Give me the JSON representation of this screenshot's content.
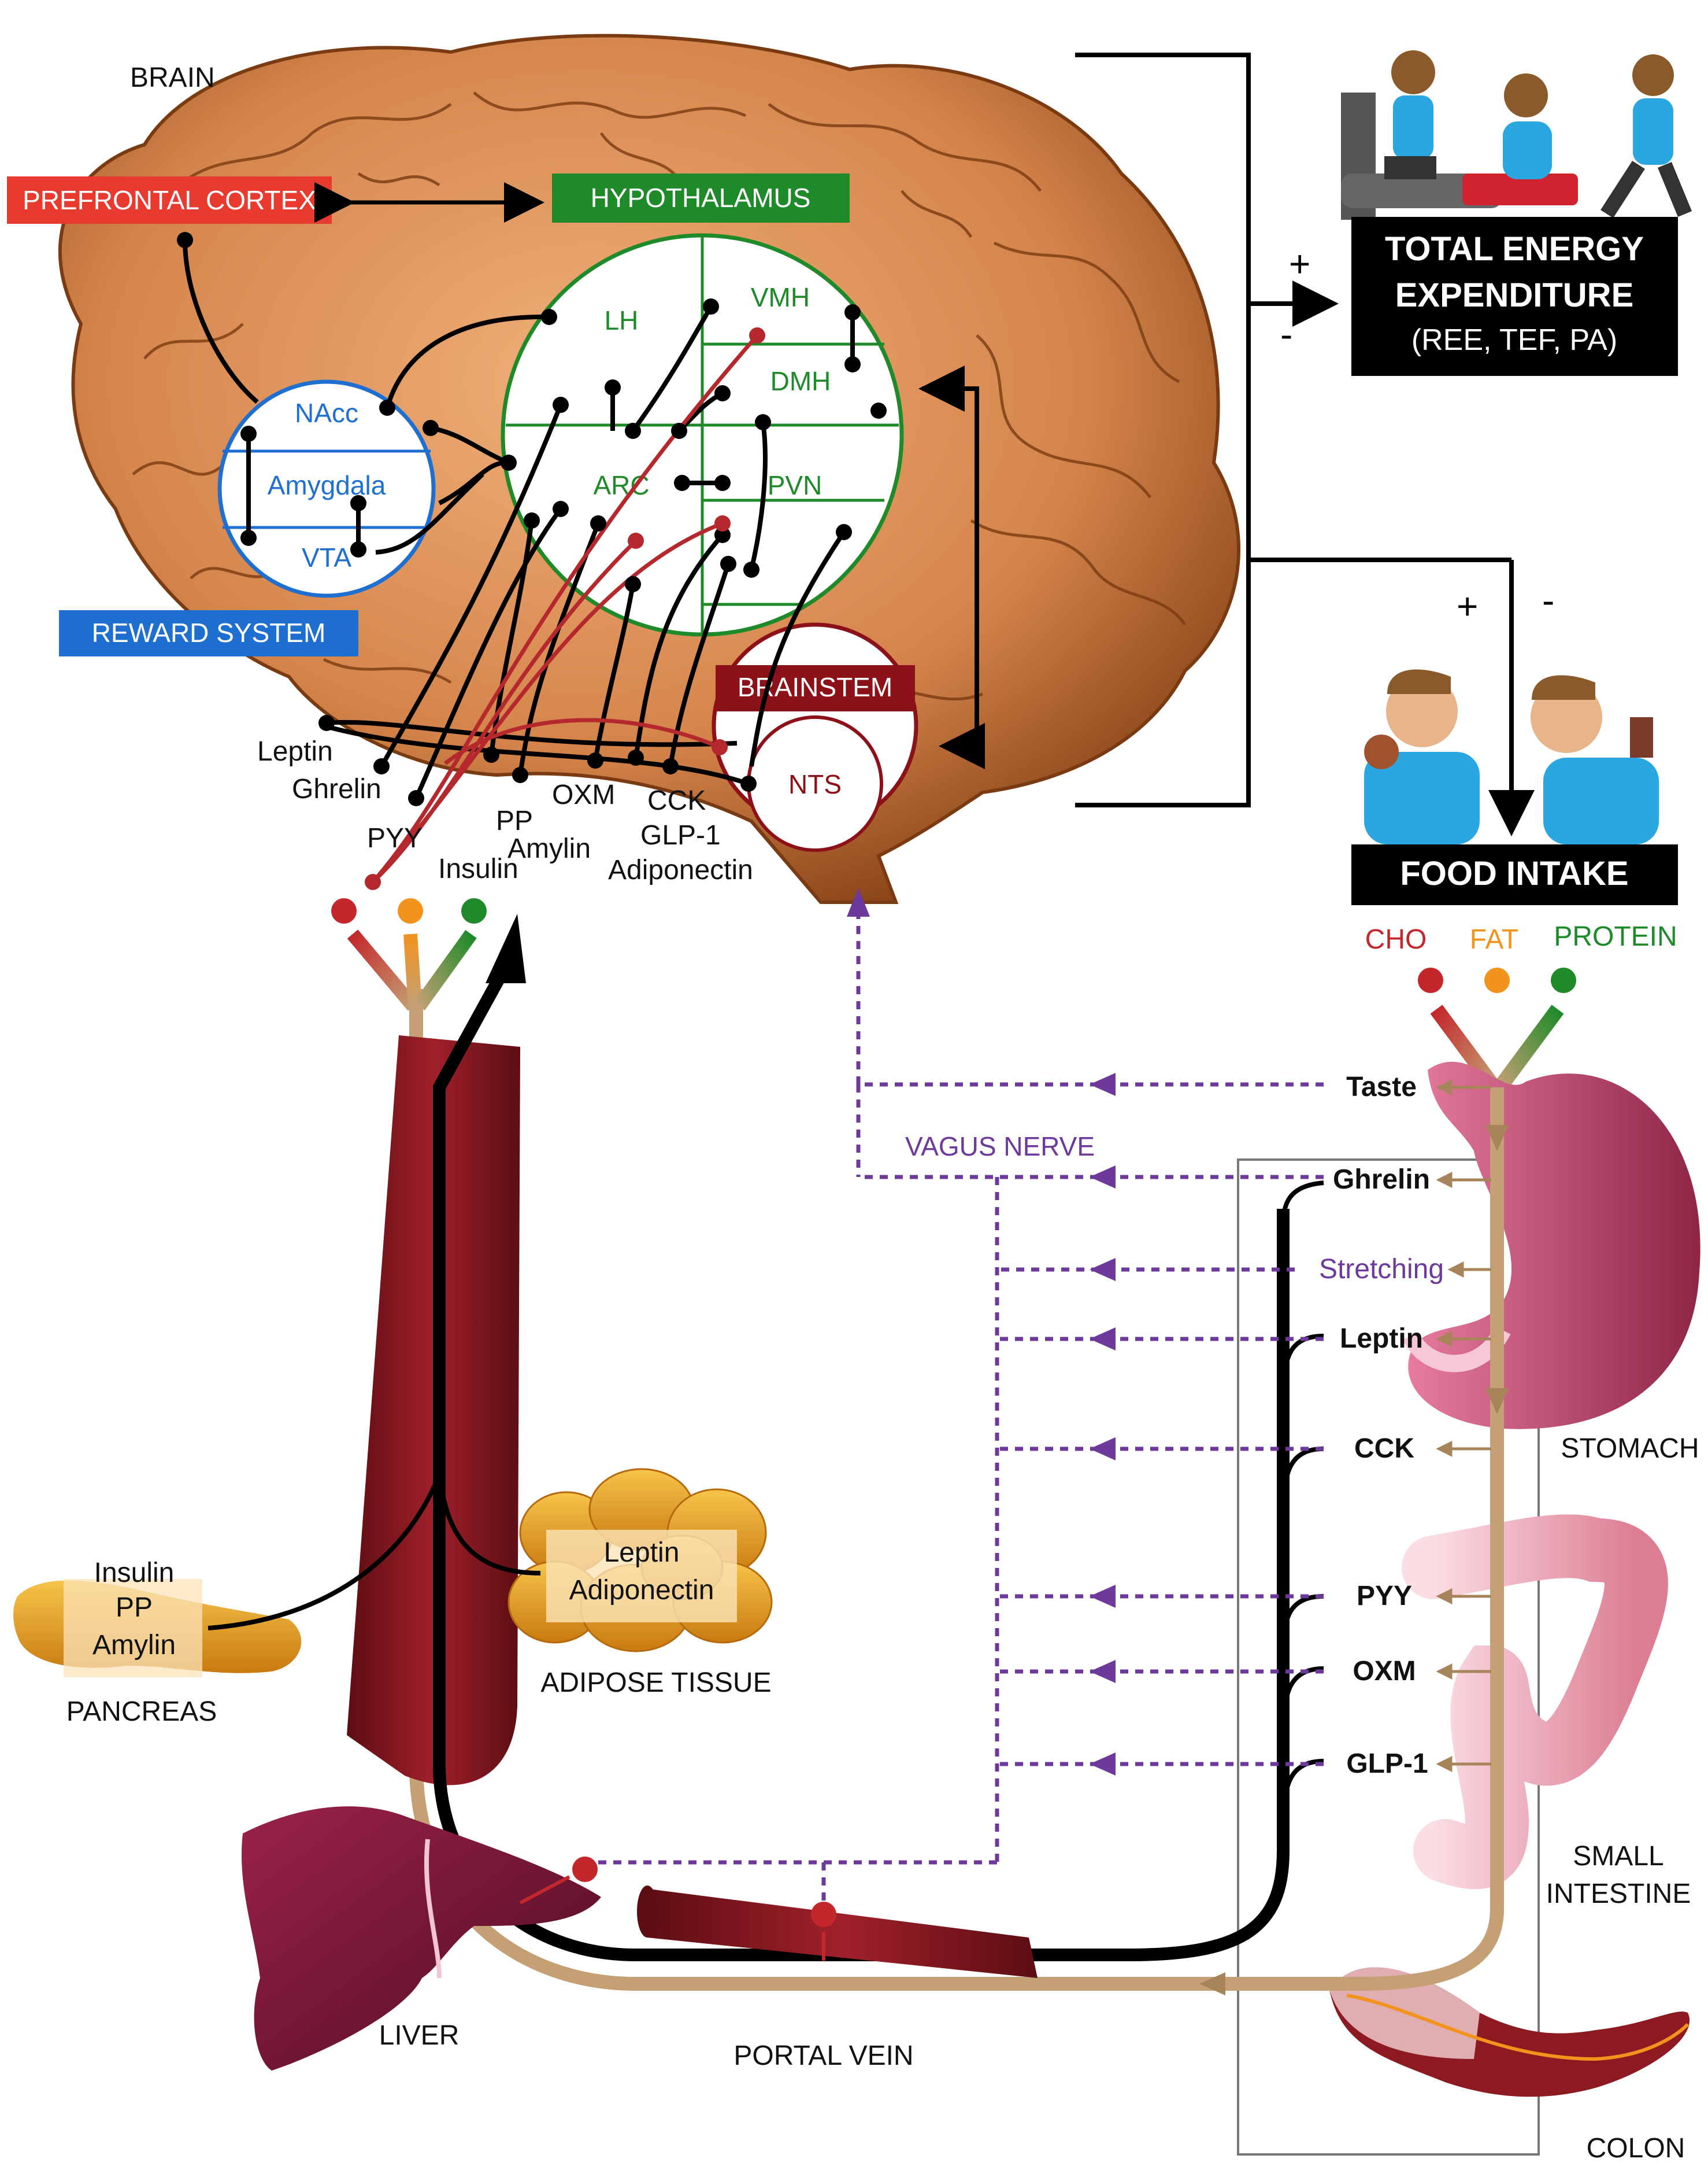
{
  "brain": {
    "title": "BRAIN",
    "prefrontal": "PREFRONTAL CORTEX",
    "hypothalamus": "HYPOTHALAMUS",
    "reward_system": "REWARD SYSTEM",
    "brainstem": "BRAINSTEM",
    "nts": "NTS",
    "reward_nuclei": [
      "NAcc",
      "Amygdala",
      "VTA"
    ],
    "hypo_nuclei": [
      "LH",
      "VMH",
      "DMH",
      "ARC",
      "PVN"
    ]
  },
  "hormones": [
    "Leptin",
    "Ghrelin",
    "PYY",
    "PP",
    "Insulin",
    "Amylin",
    "OXM",
    "CCK",
    "GLP-1",
    "Adiponectin"
  ],
  "energy": {
    "line1": "TOTAL ENERGY",
    "line2": "EXPENDITURE",
    "line3": "(REE, TEF, PA)",
    "plus": "+",
    "minus": "-"
  },
  "intake": {
    "title": "FOOD INTAKE",
    "plus": "+",
    "minus": "-",
    "macros": [
      {
        "label": "CHO",
        "color": "#c3272b"
      },
      {
        "label": "FAT",
        "color": "#f2931e"
      },
      {
        "label": "PROTEIN",
        "color": "#1f8a2a"
      }
    ]
  },
  "vagus": {
    "title": "VAGUS NERVE",
    "signals": [
      "Taste",
      "Ghrelin",
      "Stretching",
      "Leptin",
      "CCK",
      "PYY",
      "OXM",
      "GLP-1"
    ]
  },
  "organs": {
    "stomach": "STOMACH",
    "small_intestine_1": "SMALL",
    "small_intestine_2": "INTESTINE",
    "colon": "COLON",
    "liver": "LIVER",
    "portal_vein": "PORTAL VEIN",
    "pancreas": "PANCREAS",
    "pancreas_hormones": [
      "Insulin",
      "PP",
      "Amylin"
    ],
    "adipose": "ADIPOSE TISSUE",
    "adipose_hormones": [
      "Leptin",
      "Adiponectin"
    ]
  },
  "colors": {
    "brain": "#d98a4e",
    "brain_dark": "#8a4518",
    "hypothalamus": "#1f8a2a",
    "reward": "#1f6fd0",
    "prefrontal": "#e83a2f",
    "brainstem": "#8c1118",
    "vagus": "#6d3a9b",
    "gut_path": "#c4a074",
    "vessel": "#8c1a20",
    "liver": "#7d1436",
    "stomach": "#c2456d"
  }
}
